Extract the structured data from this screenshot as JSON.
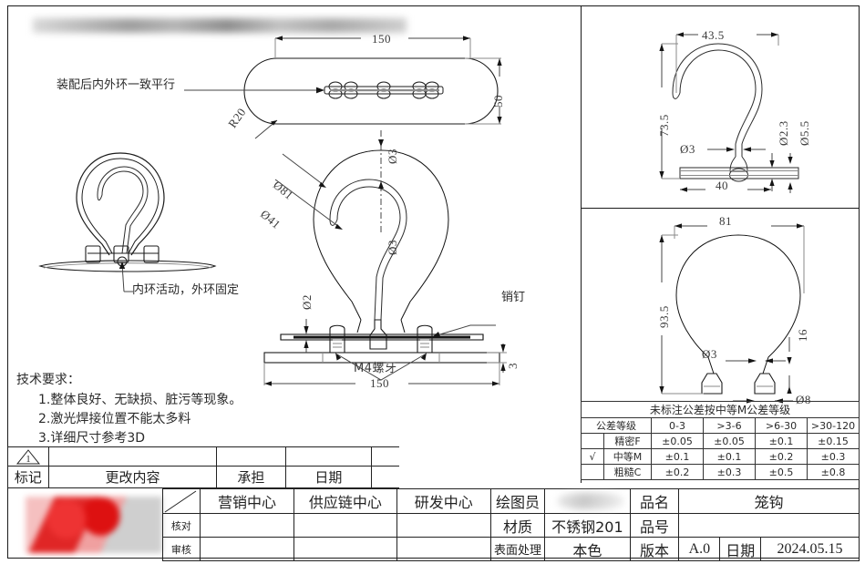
{
  "sheet": {
    "redacted_top_banner": "",
    "redacted_drafter_name": "",
    "redacted_logo": ""
  },
  "annotations": {
    "top_view_note": "装配后内外环一致平行",
    "side_view_note": "内环活动，外环固定",
    "pin_note": "销钉",
    "thread_note": "M4螺牙"
  },
  "dimensions": {
    "top_view": {
      "length": "150",
      "width": "50",
      "radius": "R20"
    },
    "front_view": {
      "outer_ring_dia": "Ø81",
      "inner_ring_dia": "Ø41",
      "wire_dia_top": "Ø3",
      "wire_dia_inner": "Ø3",
      "pin_dia": "Ø2",
      "base_length": "150",
      "base_thickness": "3"
    },
    "detail_hook": {
      "width": "43.5",
      "height": "73.5",
      "wire_dia": "Ø3",
      "plate_thickness": "Ø2.3",
      "boss_dia": "Ø5.5",
      "base_width": "40"
    },
    "detail_ring": {
      "width": "81",
      "height": "93.5",
      "wire_dia": "Ø3",
      "foot_height": "16",
      "foot_dia": "Ø8"
    }
  },
  "tech_requirements": {
    "heading": "技术要求：",
    "items": [
      "1.整体良好、无缺损、脏污等现象。",
      "2.激光焊接位置不能太多料",
      "3.详细尺寸参考3D"
    ]
  },
  "tolerance_table": {
    "title": "未标注公差按中等M公差等级",
    "grade_label": "公差等级",
    "ranges": [
      "0-3",
      ">3-6",
      ">6-30",
      ">30-120"
    ],
    "rows": [
      {
        "mark": "",
        "grade": "精密F",
        "values": [
          "±0.05",
          "±0.05",
          "±0.1",
          "±0.15"
        ]
      },
      {
        "mark": "√",
        "grade": "中等M",
        "values": [
          "±0.1",
          "±0.1",
          "±0.2",
          "±0.3"
        ]
      },
      {
        "mark": "",
        "grade": "粗糙C",
        "values": [
          "±0.2",
          "±0.3",
          "±0.5",
          "±0.8"
        ]
      }
    ]
  },
  "revision_block": {
    "warn_symbol": "1",
    "headers": [
      "标记",
      "更改内容",
      "承担",
      "日期"
    ],
    "empty_row": [
      "",
      "",
      "",
      ""
    ]
  },
  "title_block": {
    "departments": [
      "营销中心",
      "供应链中心",
      "研发中心"
    ],
    "roles": [
      "核对",
      "审核"
    ],
    "drafter_label": "绘图员",
    "drafter_value": "",
    "material_label": "材质",
    "material_value": "不锈钢201",
    "surface_label": "表面处理",
    "surface_value": "本色",
    "product_name_label": "品名",
    "product_name_value": "笼钩",
    "product_no_label": "品号",
    "product_no_value": "",
    "version_label": "版本",
    "version_value": "A.0",
    "date_label": "日期",
    "date_value": "2024.05.15"
  }
}
